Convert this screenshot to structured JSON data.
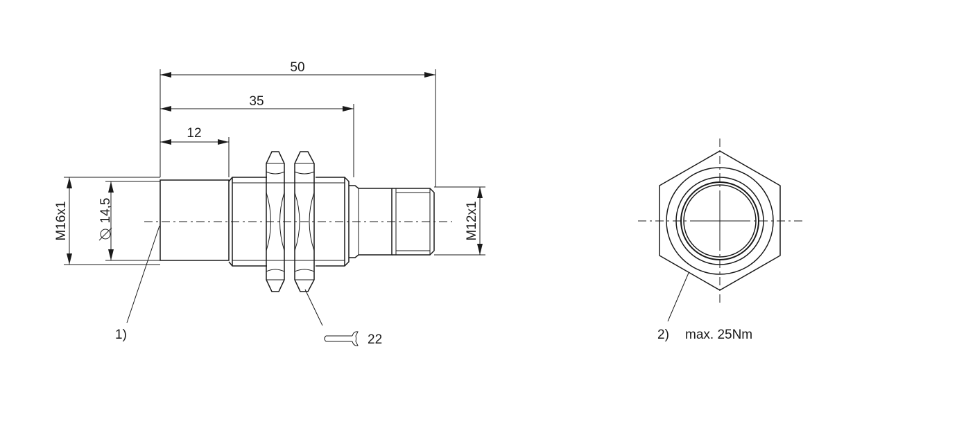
{
  "dimensions": {
    "total_length": "50",
    "thread_length": "35",
    "front_length": "12",
    "body_thread": "M16x1",
    "front_diameter": "14,5",
    "connector_thread": "M12x1",
    "wrench_size": "22"
  },
  "notes": {
    "note1_label": "1)",
    "note2_label": "2)",
    "torque": "max. 25Nm"
  },
  "icons": {
    "diameter": "diameter-icon",
    "wrench": "wrench-icon"
  }
}
